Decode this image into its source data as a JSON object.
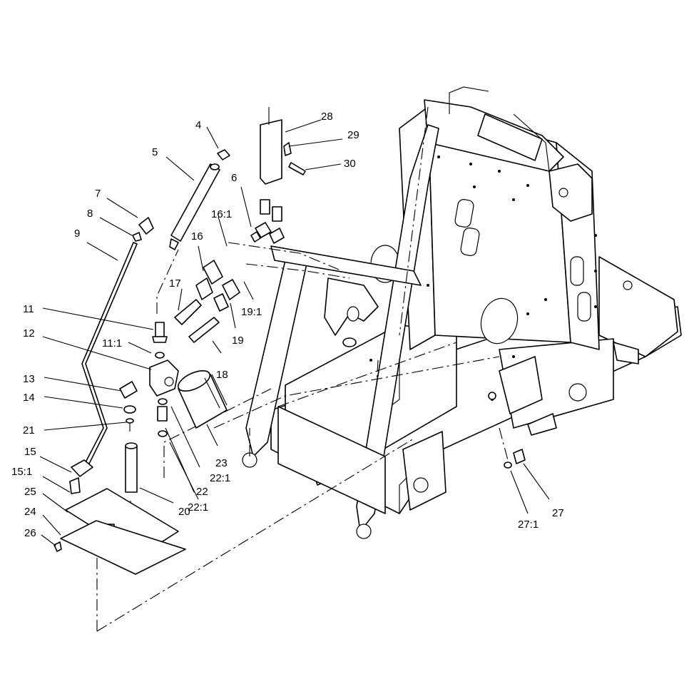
{
  "callouts": {
    "c4": "4",
    "c5": "5",
    "c6": "6",
    "c7": "7",
    "c8": "8",
    "c9": "9",
    "c11": "11",
    "c11_1": "11:1",
    "c12": "12",
    "c13": "13",
    "c14": "14",
    "c15": "15",
    "c15_1": "15:1",
    "c16": "16",
    "c16_1": "16:1",
    "c17": "17",
    "c18": "18",
    "c19": "19",
    "c19_1": "19:1",
    "c20": "20",
    "c21": "21",
    "c22": "22",
    "c22_1a": "22:1",
    "c22_1b": "22:1",
    "c23": "23",
    "c24": "24",
    "c25": "25",
    "c26": "26",
    "c27": "27",
    "c27_1": "27:1",
    "c28": "28",
    "c29": "29",
    "c30": "30"
  }
}
